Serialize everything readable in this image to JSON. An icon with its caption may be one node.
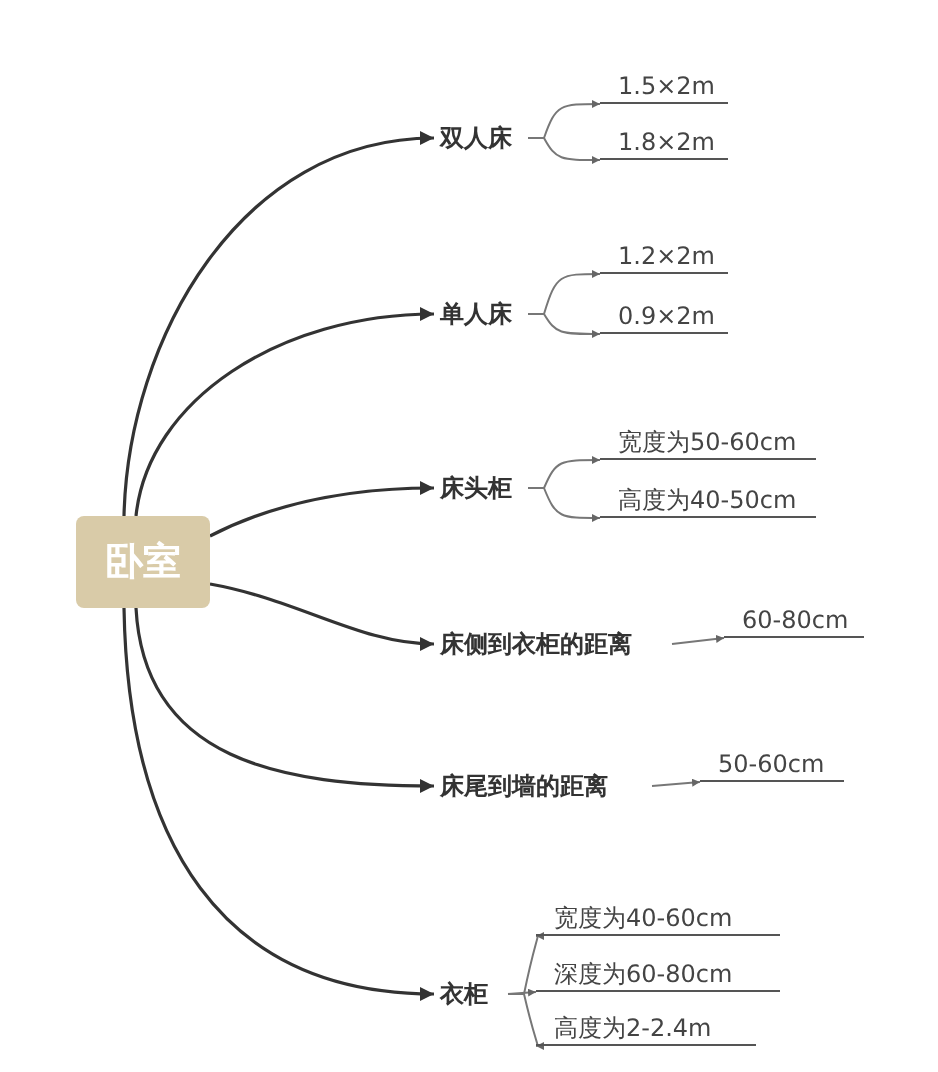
{
  "diagram": {
    "nodes": [
      {
        "text": [
          "卧室"
        ]
      },
      {
        "text": [
          "双人床"
        ]
      },
      {
        "text": [
          "1.5×2m"
        ]
      },
      {
        "text": [
          "1.8×2m"
        ]
      },
      {
        "text": [
          "单人床"
        ]
      },
      {
        "text": [
          "1.2×2m"
        ]
      },
      {
        "text": [
          "0.9×2m"
        ]
      },
      {
        "text": [
          "床头柜"
        ]
      },
      {
        "text": [
          "宽度为50-60cm"
        ]
      },
      {
        "text": [
          "高度为40-50cm"
        ]
      },
      {
        "text": [
          "床侧到衣柜的距离"
        ]
      },
      {
        "text": [
          "60-80cm"
        ]
      },
      {
        "text": [
          "床尾到墙的距离"
        ]
      },
      {
        "text": [
          "50-60cm"
        ]
      },
      {
        "text": [
          "衣柜"
        ]
      },
      {
        "text": [
          "宽度为40-60cm"
        ]
      },
      {
        "text": [
          "深度为60-80cm"
        ]
      },
      {
        "text": [
          "高度为2-2.4m"
        ]
      }
    ],
    "edges": [
      {
        "from": 0,
        "to": 1,
        "arrow": "to"
      },
      {
        "from": 0,
        "to": 4,
        "arrow": "to"
      },
      {
        "from": 0,
        "to": 7,
        "arrow": "to"
      },
      {
        "from": 0,
        "to": 10,
        "arrow": "to"
      },
      {
        "from": 0,
        "to": 12,
        "arrow": "to"
      },
      {
        "from": 0,
        "to": 14,
        "arrow": "to"
      },
      {
        "from": 1,
        "to": 2,
        "arrow": "to"
      },
      {
        "from": 1,
        "to": 3,
        "arrow": "to"
      },
      {
        "from": 4,
        "to": 5,
        "arrow": "to"
      },
      {
        "from": 4,
        "to": 6,
        "arrow": "to"
      },
      {
        "from": 7,
        "to": 8,
        "arrow": "to"
      },
      {
        "from": 7,
        "to": 9,
        "arrow": "to"
      },
      {
        "from": 10,
        "to": 11,
        "arrow": "to"
      },
      {
        "from": 12,
        "to": 13,
        "arrow": "to"
      },
      {
        "from": 14,
        "to": 15,
        "arrow": "to"
      },
      {
        "from": 14,
        "to": 16,
        "arrow": "to"
      },
      {
        "from": 14,
        "to": 17,
        "arrow": "to"
      }
    ]
  }
}
